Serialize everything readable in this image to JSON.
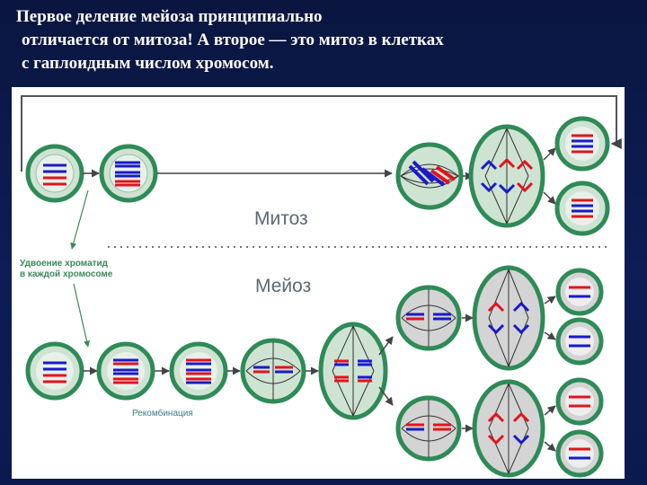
{
  "title": {
    "line1": "Первое деление мейоза принципиально",
    "line2": "отличается от митоза! А второе — это митоз в клетках",
    "line3": "с гаплоидным числом хромосом."
  },
  "diagram": {
    "label_mitosis": "Митоз",
    "label_meiosis": "Мейоз",
    "label_doubling_line1": "Удвоение хроматид",
    "label_doubling_line2": "в каждой хромосоме",
    "label_recombination": "Рекомбинация"
  },
  "colors": {
    "background": "#0d1d55",
    "cell_fill": "#cfe3d3",
    "cell_border": "#2e8b57",
    "meiosis2_cell": "#d4d4d4",
    "chrom_red": "#e0141e",
    "chrom_blue": "#1a1ac8",
    "label_gray": "#5a6a72",
    "label_green": "#3a8a5a"
  }
}
